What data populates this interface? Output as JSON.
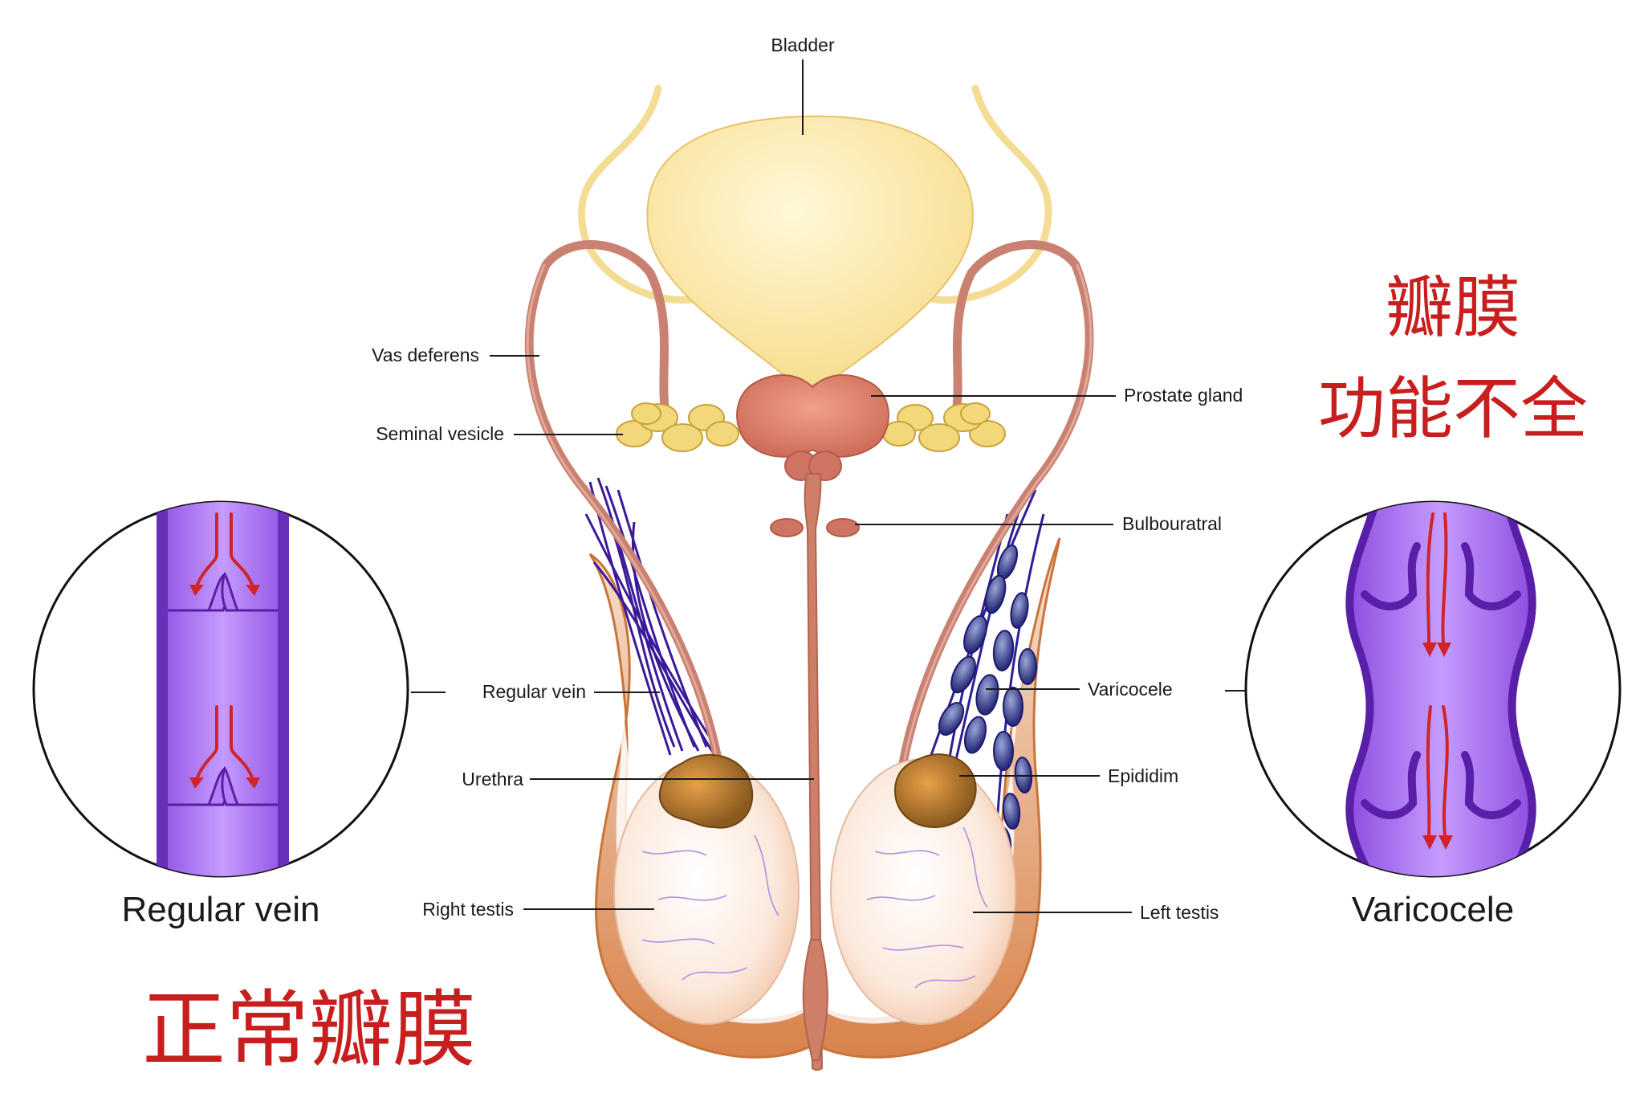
{
  "labels": {
    "bladder": "Bladder",
    "vas_deferens": "Vas deferens",
    "seminal_vesicle": "Seminal vesicle",
    "prostate_gland": "Prostate gland",
    "bulbouratral": "Bulbouratral",
    "regular_vein": "Regular vein",
    "varicocele": "Varicocele",
    "urethra": "Urethra",
    "epididim": "Epididim",
    "right_testis": "Right testis",
    "left_testis": "Left testis"
  },
  "captions": {
    "regular_vein": "Regular vein",
    "varicocele": "Varicocele"
  },
  "chinese": {
    "valve_line1": "瓣膜",
    "valve_line2": "功能不全",
    "normal_valve": "正常瓣膜"
  },
  "colors": {
    "annotation_red": "#c81e1e",
    "vein_purple": "#a066f0",
    "bladder_yellow": "#fbe8a0",
    "tube_pink": "#c98272"
  }
}
